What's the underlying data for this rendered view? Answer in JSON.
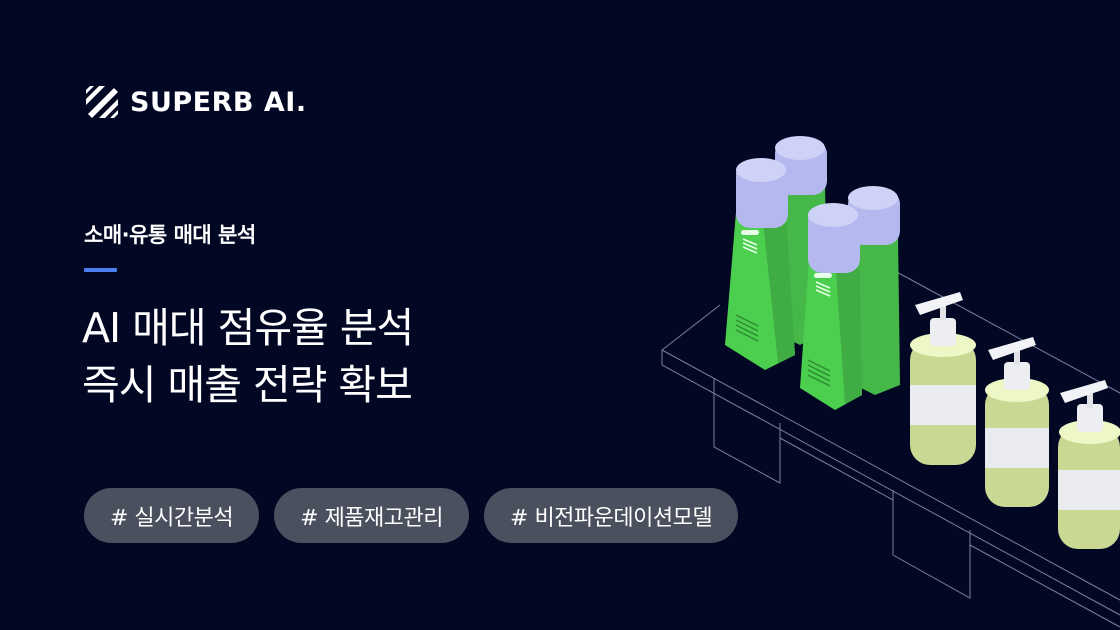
{
  "brand": {
    "name": "SUPERB AI.",
    "icon": "diagonal-stripes-logo-icon"
  },
  "hero": {
    "category": "소매·유통 매대 분석",
    "headline_lines": [
      "AI 매대 점유율 분석",
      "즉시 매출 전략 확보"
    ]
  },
  "tags": [
    {
      "label": "# 실시간분석"
    },
    {
      "label": "# 제품재고관리"
    },
    {
      "label": "# 비전파운데이션모델"
    }
  ],
  "illustration": {
    "subject": "isometric-retail-shelf-with-products",
    "items": [
      "green-shampoo-bottle",
      "green-shampoo-bottle",
      "green-shampoo-bottle",
      "green-shampoo-bottle",
      "pump-soap-bottle",
      "pump-soap-bottle",
      "pump-soap-bottle"
    ]
  },
  "colors": {
    "background": "#020824",
    "accent": "#4d7ef0",
    "tag_background": "#4a505e",
    "bottle_green": "#4ccf4f",
    "cap_lavender": "#b9bdf0",
    "soap_yellow": "#dff0a0"
  }
}
